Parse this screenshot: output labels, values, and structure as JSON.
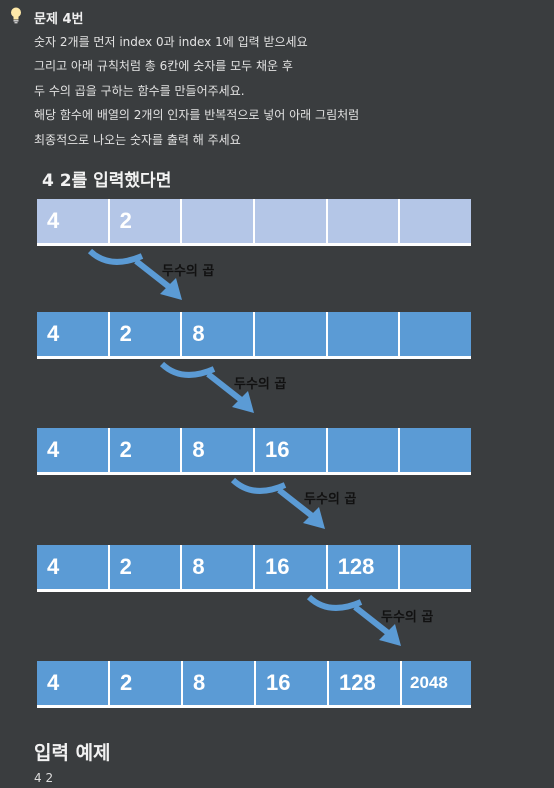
{
  "callout": {
    "icon": "lightbulb-icon",
    "title": "문제 4번",
    "lines": [
      "숫자 2개를 먼저 index 0과 index 1에 입력 받으세요",
      "그리고 아래 규칙처럼 총 6칸에 숫자를 모두 채운 후",
      "두 수의 곱을 구하는 함수를 만들어주세요.",
      "해당 함수에 배열의 2개의 인자를 반복적으로 넣어 아래 그림처럼",
      "최종적으로 나오는 숫자를 출력 해 주세요"
    ]
  },
  "diagram": {
    "heading": "4 2를 입력했다면",
    "arrow_label": "두수의 곱",
    "rows": [
      [
        "4",
        "2",
        "",
        "",
        "",
        ""
      ],
      [
        "4",
        "2",
        "8",
        "",
        "",
        ""
      ],
      [
        "4",
        "2",
        "8",
        "16",
        "",
        ""
      ],
      [
        "4",
        "2",
        "8",
        "16",
        "128",
        ""
      ],
      [
        "4",
        "2",
        "8",
        "16",
        "128",
        "2048"
      ]
    ],
    "colors": {
      "first_row": "#b4c6e7",
      "other_rows": "#5b9bd5",
      "arrow": "#5b9bd5"
    }
  },
  "input_example": {
    "heading": "입력 예제",
    "value": "4 2"
  }
}
